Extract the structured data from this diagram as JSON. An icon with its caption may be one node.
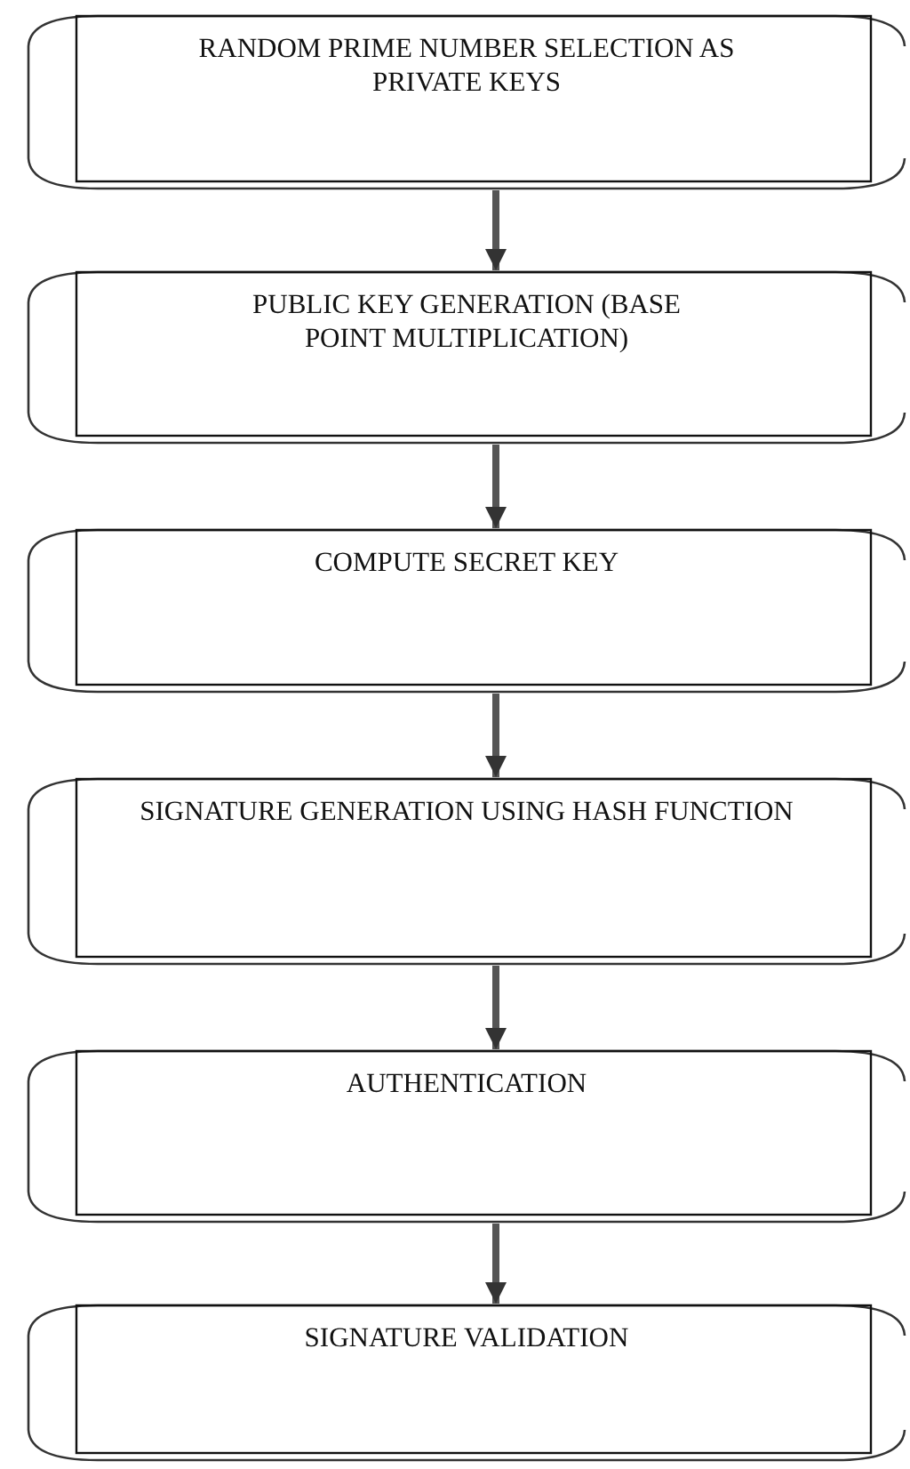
{
  "diagram": {
    "nodes": [
      {
        "text": [
          "RANDOM PRIME NUMBER SELECTION AS PRIVATE KEYS"
        ]
      },
      {
        "text": [
          "PUBLIC KEY GENERATION (BASE POINT MULTIPLICATION)"
        ]
      },
      {
        "text": [
          "COMPUTE SECRET KEY"
        ]
      },
      {
        "text": [
          "SIGNATURE GENERATION USING HASH FUNCTION"
        ]
      },
      {
        "text": [
          "AUTHENTICATION"
        ]
      },
      {
        "text": [
          "SIGNATURE VALIDATION"
        ]
      }
    ],
    "edges": [
      {
        "from": 0,
        "to": 1,
        "arrow": "to"
      },
      {
        "from": 1,
        "to": 2,
        "arrow": "to"
      },
      {
        "from": 2,
        "to": 3,
        "arrow": "to"
      },
      {
        "from": 3,
        "to": 4,
        "arrow": "to"
      },
      {
        "from": 4,
        "to": 5,
        "arrow": "to"
      }
    ]
  }
}
